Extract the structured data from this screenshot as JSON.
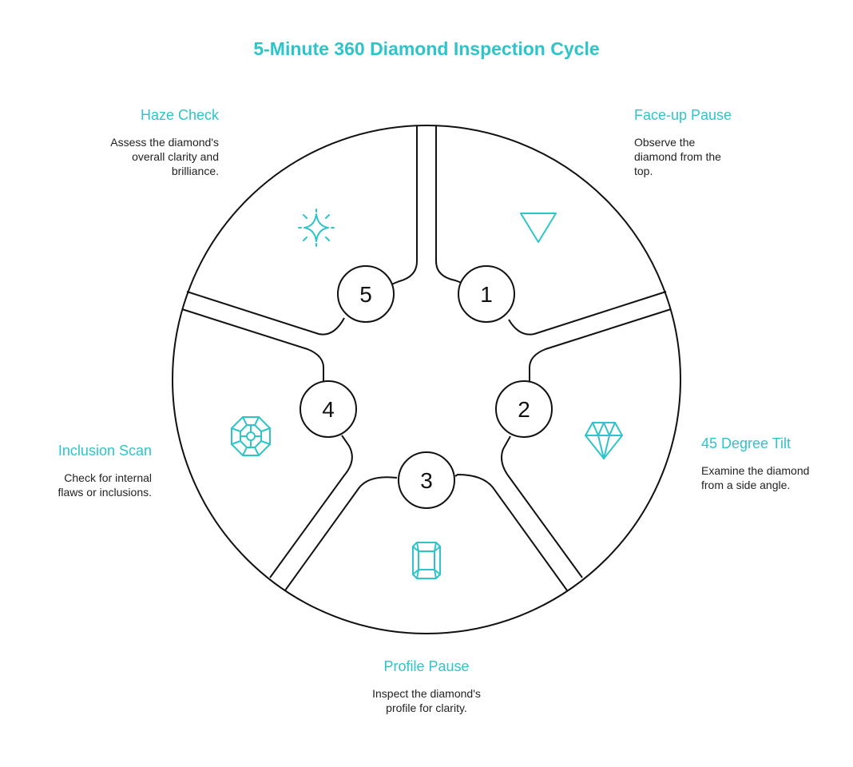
{
  "title": "5-Minute 360 Diamond Inspection Cycle",
  "accent_color": "#2ec4c9",
  "steps": [
    {
      "number": "1",
      "title": "Face-up Pause",
      "description": "Observe the diamond from the top.",
      "icon": "inverted-triangle-icon"
    },
    {
      "number": "2",
      "title": "45 Degree Tilt",
      "description": "Examine the diamond from a side angle.",
      "icon": "diamond-gem-icon"
    },
    {
      "number": "3",
      "title": "Profile Pause",
      "description": "Inspect the diamond's profile for clarity.",
      "icon": "emerald-cut-icon"
    },
    {
      "number": "4",
      "title": "Inclusion Scan",
      "description": "Check for internal flaws or inclusions.",
      "icon": "octagon-facet-icon"
    },
    {
      "number": "5",
      "title": "Haze Check",
      "description": "Assess the diamond's overall clarity and brilliance.",
      "icon": "sparkle-icon"
    }
  ]
}
